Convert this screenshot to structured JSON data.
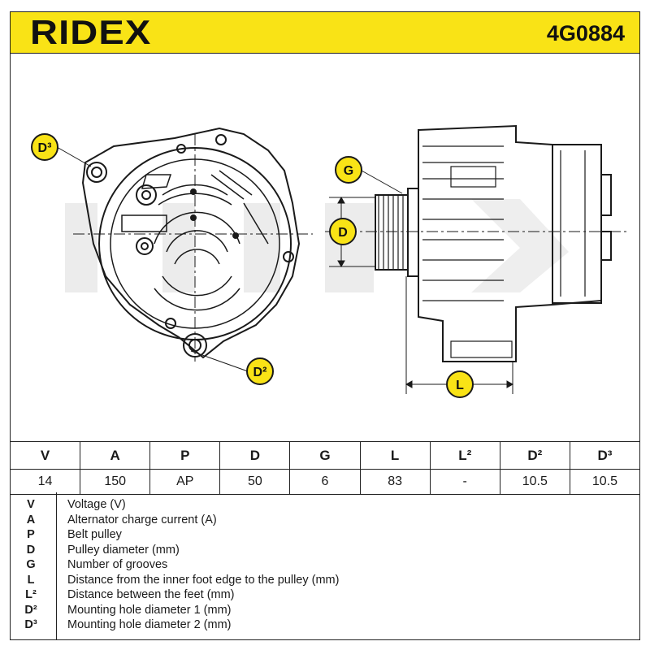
{
  "header": {
    "brand": "RIDEX",
    "part_number": "4G0884"
  },
  "callouts": {
    "d3": "D³",
    "d2": "D²",
    "g": "G",
    "d": "D",
    "l": "L"
  },
  "specs": {
    "headers": [
      "V",
      "A",
      "P",
      "D",
      "G",
      "L",
      "L²",
      "D²",
      "D³"
    ],
    "values": [
      "14",
      "150",
      "AP",
      "50",
      "6",
      "83",
      "-",
      "10.5",
      "10.5"
    ]
  },
  "legend": [
    {
      "key": "V",
      "desc": "Voltage (V)"
    },
    {
      "key": "A",
      "desc": "Alternator charge current (A)"
    },
    {
      "key": "P",
      "desc": "Belt pulley"
    },
    {
      "key": "D",
      "desc": "Pulley diameter (mm)"
    },
    {
      "key": "G",
      "desc": "Number of grooves"
    },
    {
      "key": "L",
      "desc": "Distance from the inner foot edge to the pulley (mm)"
    },
    {
      "key": "L²",
      "desc": "Distance between the feet (mm)"
    },
    {
      "key": "D²",
      "desc": "Mounting hole diameter 1 (mm)"
    },
    {
      "key": "D³",
      "desc": "Mounting hole diameter 2 (mm)"
    }
  ],
  "colors": {
    "brand_yellow": "#f9e316",
    "line": "#1a1a1a",
    "watermark": "#ececec"
  }
}
